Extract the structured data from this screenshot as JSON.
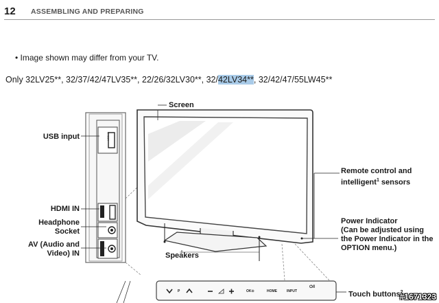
{
  "header": {
    "page_number": "12",
    "section_title": "ASSEMBLING AND PREPARING"
  },
  "body": {
    "bullet_note": "• Image shown may differ from your TV.",
    "models_before": "Only 32LV25**, 32/37/42/47LV35**,  22/26/32LV30**, 32/",
    "models_highlight": "42LV34**",
    "models_after": ", 32/42/47/55LW45**"
  },
  "labels": {
    "screen": "Screen",
    "usb_input": "USB input",
    "hdmi_in": "HDMI IN",
    "headphone_1": "Headphone",
    "headphone_2": "Socket",
    "av_1": "AV (Audio and",
    "av_2": "Video) IN",
    "speakers": "Speakers",
    "remote_1": "Remote control and",
    "remote_2": "intelligent",
    "remote_sup": "1",
    "remote_3": " sensors",
    "power_1": "Power Indicator",
    "power_2": "(Can be adjusted using",
    "power_3": "the Power Indicator in the",
    "power_4": "OPTION menu.)",
    "touch": "Touch buttons",
    "touch_sup": "2"
  },
  "buttons": {
    "ok": "OK⊙",
    "home": "HOME",
    "input": "INPUT",
    "power": "⏻/I",
    "p": "P"
  },
  "watermark": "#1671323"
}
